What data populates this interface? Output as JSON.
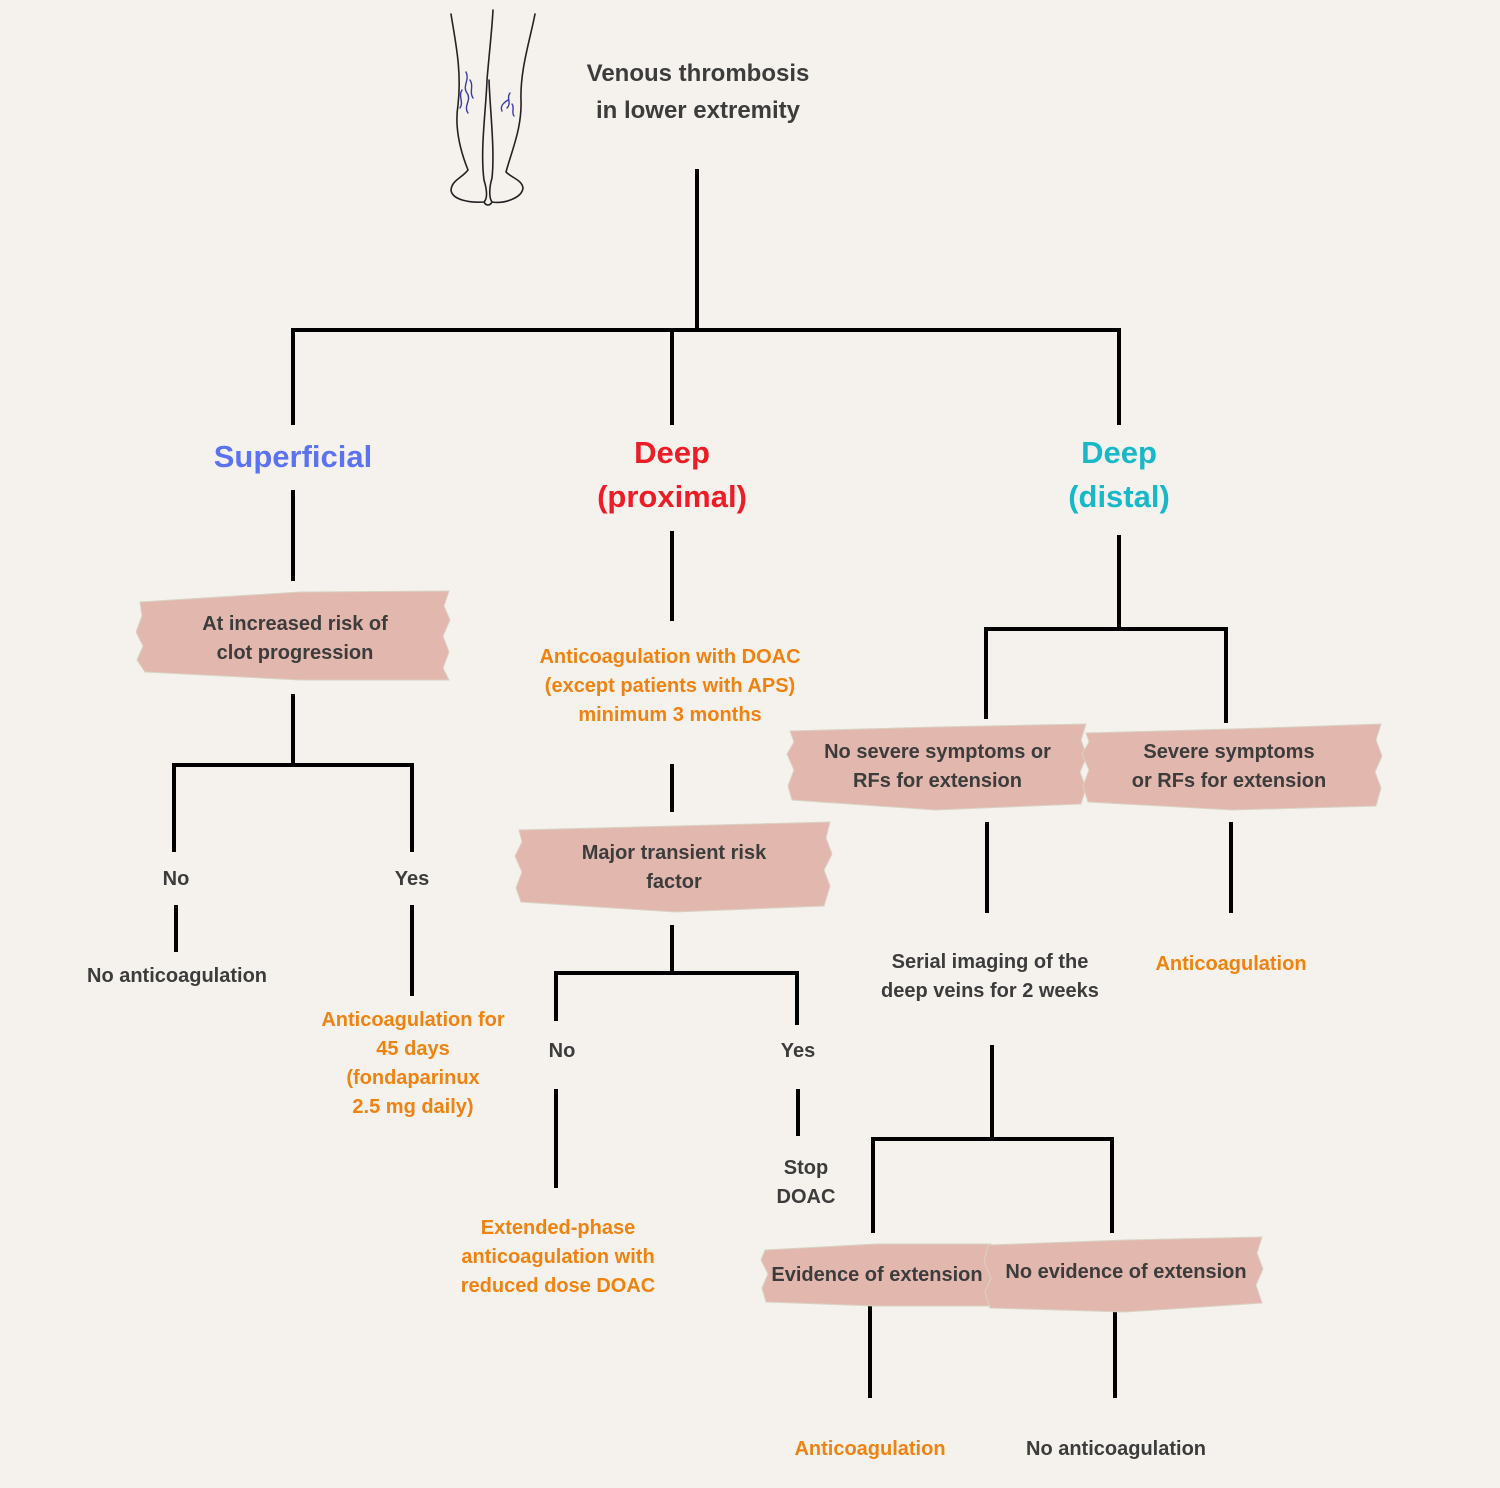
{
  "title": "Venous thrombosis\nin lower extremity",
  "icon": "legs-varicose-veins-icon",
  "colors": {
    "background": "#f5f2ed",
    "box_fill": "#e2b7ad",
    "superficial": "#5b72f2",
    "deep_proximal": "#ee1c24",
    "deep_distal": "#17b8c8",
    "treatment": "#f0820f",
    "text": "#3c3c3c",
    "line": "#000000"
  },
  "categories": {
    "superficial": "Superficial",
    "deep_proximal": "Deep\n(proximal)",
    "deep_distal": "Deep\n(distal)"
  },
  "superficial": {
    "question": "At increased risk of\nclot progression",
    "no": "No",
    "yes": "Yes",
    "no_outcome": "No anticoagulation",
    "yes_outcome": "Anticoagulation for\n45 days\n(fondaparinux\n2.5 mg daily)"
  },
  "proximal": {
    "treatment": "Anticoagulation with DOAC\n(except patients with APS)\nminimum 3 months",
    "question": "Major transient risk\nfactor",
    "no": "No",
    "yes": "Yes",
    "no_outcome": "Extended-phase\nanticoagulation with\nreduced dose DOAC",
    "yes_outcome": "Stop\nDOAC"
  },
  "distal": {
    "left_box": "No severe symptoms or\nRFs for extension",
    "right_box": "Severe symptoms\nor RFs for extension",
    "imaging": "Serial imaging of the\ndeep veins for 2 weeks",
    "right_outcome": "Anticoagulation",
    "extension_box": "Evidence of extension",
    "no_extension_box": "No evidence of extension",
    "extension_outcome": "Anticoagulation",
    "no_extension_outcome": "No anticoagulation"
  }
}
